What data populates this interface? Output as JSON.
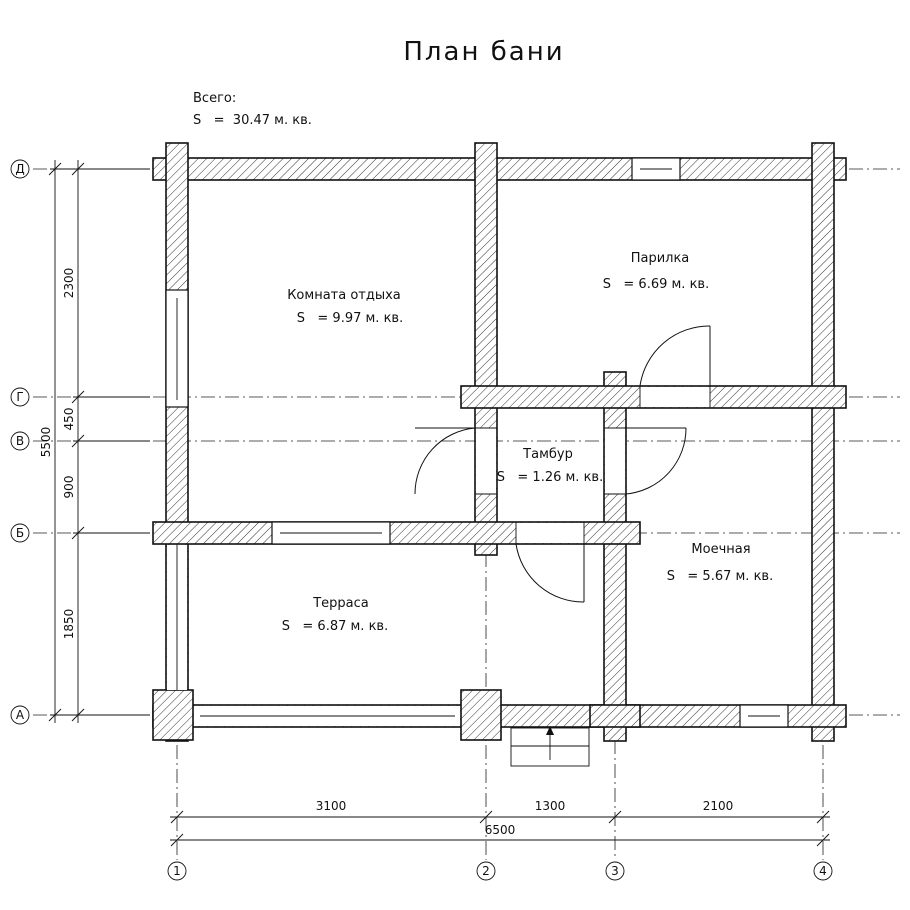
{
  "title": "План бани",
  "total": {
    "label": "Всего:",
    "s_line": "S   =  30.47 м. кв."
  },
  "rooms": [
    {
      "name": "Комната отдыха",
      "area": "S   = 9.97 м. кв."
    },
    {
      "name": "Парилка",
      "area": "S   = 6.69 м. кв."
    },
    {
      "name": "Тамбур",
      "area": "S   = 1.26 м. кв."
    },
    {
      "name": "Моечная",
      "area": "S   = 5.67 м. кв."
    },
    {
      "name": "Терраса",
      "area": "S   = 6.87 м. кв."
    }
  ],
  "axes_letters": [
    "Д",
    "Г",
    "В",
    "Б",
    "А"
  ],
  "axes_numbers": [
    "1",
    "2",
    "3",
    "4"
  ],
  "dims_vertical": {
    "total": "5500",
    "parts": [
      "2300",
      "450",
      "900",
      "1850"
    ]
  },
  "dims_horizontal": {
    "total": "6500",
    "parts": [
      "3100",
      "1300",
      "2100"
    ]
  }
}
